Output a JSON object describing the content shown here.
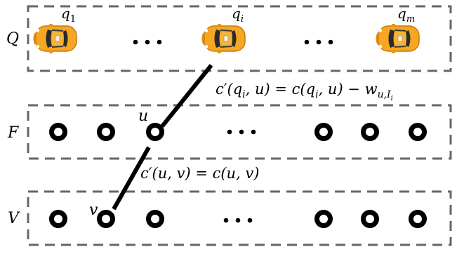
{
  "rows": {
    "q": {
      "label": "Q"
    },
    "f": {
      "label": "F"
    },
    "v": {
      "label": "V"
    }
  },
  "cars": [
    {
      "label_base": "q",
      "label_sub": "1"
    },
    {
      "label_base": "q",
      "label_sub": "i"
    },
    {
      "label_base": "q",
      "label_sub": "m"
    }
  ],
  "node_labels": {
    "u": "u",
    "v": "v"
  },
  "equations": {
    "top": {
      "lhs": "c′(q",
      "lhs_sub": "i",
      "mid": ", u) = c(q",
      "mid_sub": "i",
      "rhs": ", u) − w",
      "rhs_sub": "u,I",
      "rhs_subsub": "i"
    },
    "bottom": {
      "text": "c′(u, v) = c(u, v)"
    }
  },
  "colors": {
    "car_body": "#f5a623",
    "car_glass": "#2b2b2b",
    "box_stroke": "#666666"
  },
  "icons": {
    "car": "taxi-car-icon",
    "node": "ring-node-icon",
    "ellipsis": "ellipsis-icon"
  }
}
